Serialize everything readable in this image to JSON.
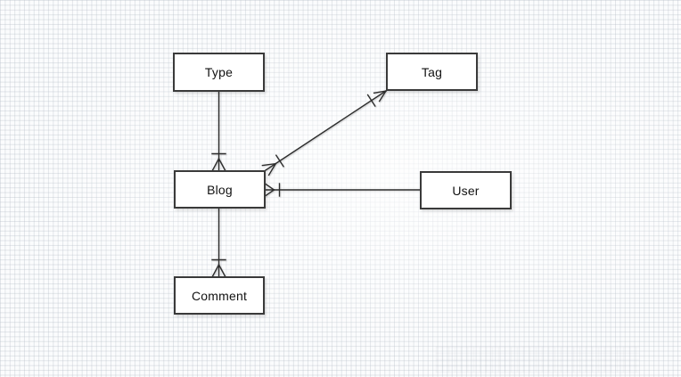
{
  "diagram": {
    "type": "entity-relationship-diagram",
    "entities": [
      {
        "id": "type",
        "label": "Type"
      },
      {
        "id": "tag",
        "label": "Tag"
      },
      {
        "id": "blog",
        "label": "Blog"
      },
      {
        "id": "user",
        "label": "User"
      },
      {
        "id": "comment",
        "label": "Comment"
      }
    ],
    "relationships": [
      {
        "from": "Type",
        "to": "Blog",
        "notation": "crow-foot",
        "cardinality": "one-to-many",
        "many_end": "Blog"
      },
      {
        "from": "Blog",
        "to": "Tag",
        "notation": "crow-foot",
        "cardinality": "many-to-many",
        "many_end": "Blog and Tag"
      },
      {
        "from": "User",
        "to": "Blog",
        "notation": "crow-foot",
        "cardinality": "one-to-many",
        "many_end": "Blog"
      },
      {
        "from": "Blog",
        "to": "Comment",
        "notation": "crow-foot",
        "cardinality": "one-to-many",
        "many_end": "Comment"
      }
    ],
    "colors": {
      "line": "#2d2d2d",
      "entity_border": "#3a3a3a",
      "entity_fill": "#ffffff",
      "text": "#111111",
      "grid_line": "#dfe2e6",
      "background": "#fbfcfd"
    }
  }
}
